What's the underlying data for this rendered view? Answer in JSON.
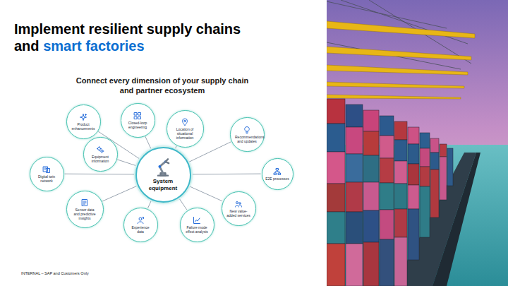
{
  "diagram": {
    "title": "Implement resilient supply chains and",
    "nodes": [
      {
        "text": [
          "System equipment"
        ]
      },
      {
        "text": [
          "Product enhancements"
        ]
      },
      {
        "text": [
          "Closed-loop engineering"
        ]
      },
      {
        "text": [
          "Location of situational information"
        ]
      },
      {
        "text": [
          "Recommendations and updates"
        ]
      },
      {
        "text": [
          "E2E processes"
        ]
      },
      {
        "text": [
          "New value-added services"
        ]
      },
      {
        "text": [
          "Failure mode effect analysis"
        ]
      },
      {
        "text": [
          "Experience data"
        ]
      },
      {
        "text": [
          "Sensor data and predictive insights"
        ]
      },
      {
        "text": [
          "Digital twin network"
        ]
      },
      {
        "text": [
          "Equipment information"
        ]
      }
    ],
    "edges": [
      {
        "from": 0,
        "to": 1,
        "arrow": "none"
      },
      {
        "from": 0,
        "to": 2,
        "arrow": "none"
      },
      {
        "from": 0,
        "to": 3,
        "arrow": "none"
      },
      {
        "from": 0,
        "to": 4,
        "arrow": "none"
      },
      {
        "from": 0,
        "to": 5,
        "arrow": "none"
      },
      {
        "from": 0,
        "to": 6,
        "arrow": "none"
      },
      {
        "from": 0,
        "to": 7,
        "arrow": "none"
      },
      {
        "from": 0,
        "to": 8,
        "arrow": "none"
      },
      {
        "from": 0,
        "to": 9,
        "arrow": "none"
      },
      {
        "from": 0,
        "to": 10,
        "arrow": "none"
      },
      {
        "from": 0,
        "to": 11,
        "arrow": "none"
      }
    ],
    "labels": [
      "smart factories",
      "Connect every dimension of your supply chain and partner ecosystem",
      "INTERNAL – SAP and Customers Only"
    ]
  }
}
